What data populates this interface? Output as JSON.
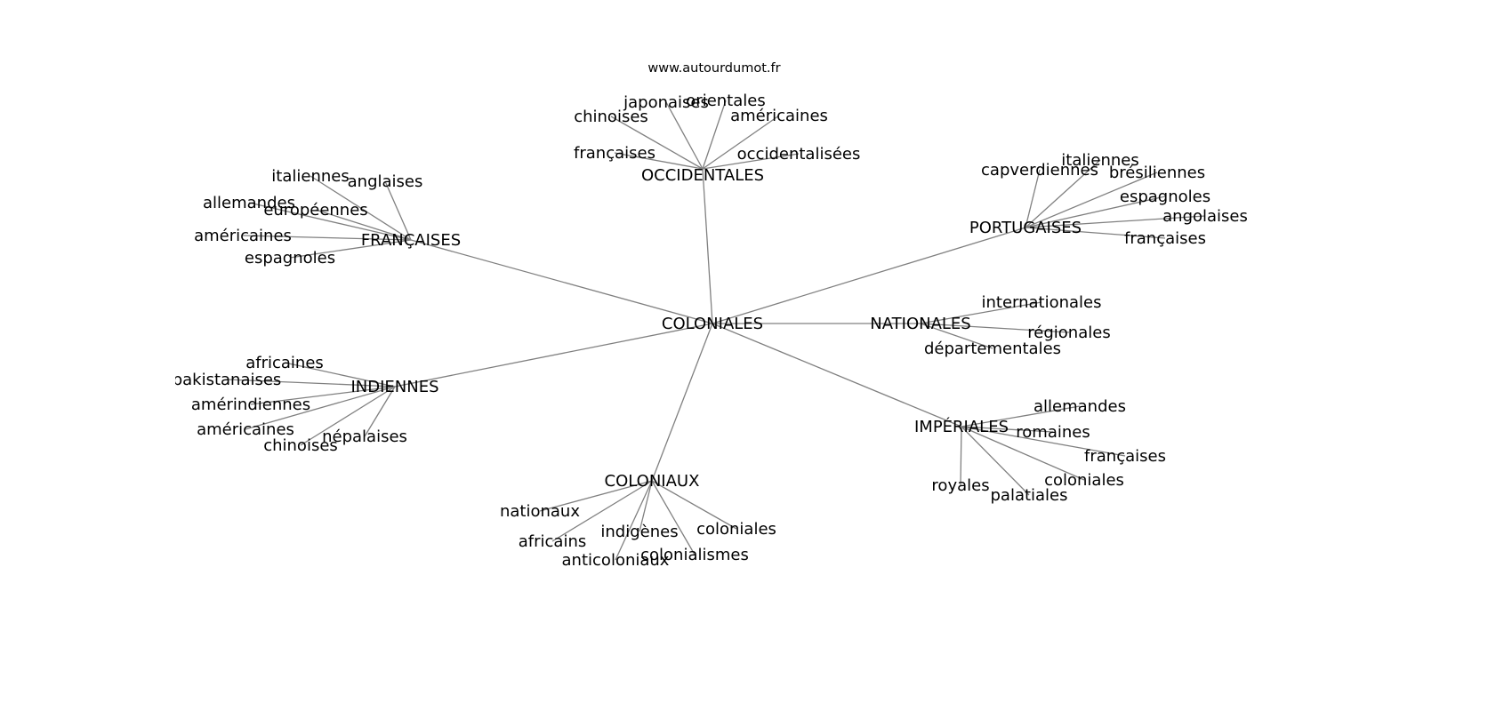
{
  "title": "www.autourdumot.fr",
  "colors": {
    "edge": "#808080",
    "text": "#000000"
  },
  "root": "COLONIALES",
  "groups": [
    {
      "label": "OCCIDENTALES",
      "leaves": [
        "japonaises",
        "orientales",
        "chinoises",
        "américaines",
        "françaises",
        "occidentalisées"
      ]
    },
    {
      "label": "FRANÇAISES",
      "leaves": [
        "italiennes",
        "anglaises",
        "allemandes",
        "européennes",
        "américaines",
        "espagnoles"
      ]
    },
    {
      "label": "PORTUGAISES",
      "leaves": [
        "capverdiennes",
        "italiennes",
        "brésiliennes",
        "espagnoles",
        "angolaises",
        "françaises"
      ]
    },
    {
      "label": "NATIONALES",
      "leaves": [
        "internationales",
        "régionales",
        "départementales"
      ]
    },
    {
      "label": "IMPÉRIALES",
      "leaves": [
        "allemandes",
        "romaines",
        "françaises",
        "coloniales",
        "royales",
        "palatiales"
      ]
    },
    {
      "label": "COLONIAUX",
      "leaves": [
        "nationaux",
        "africains",
        "indigènes",
        "anticoloniaux",
        "colonialismes",
        "coloniales"
      ]
    },
    {
      "label": "INDIENNES",
      "leaves": [
        "africaines",
        "pakistanaises",
        "amérindiennes",
        "américaines",
        "chinoises",
        "népalaises"
      ]
    }
  ]
}
